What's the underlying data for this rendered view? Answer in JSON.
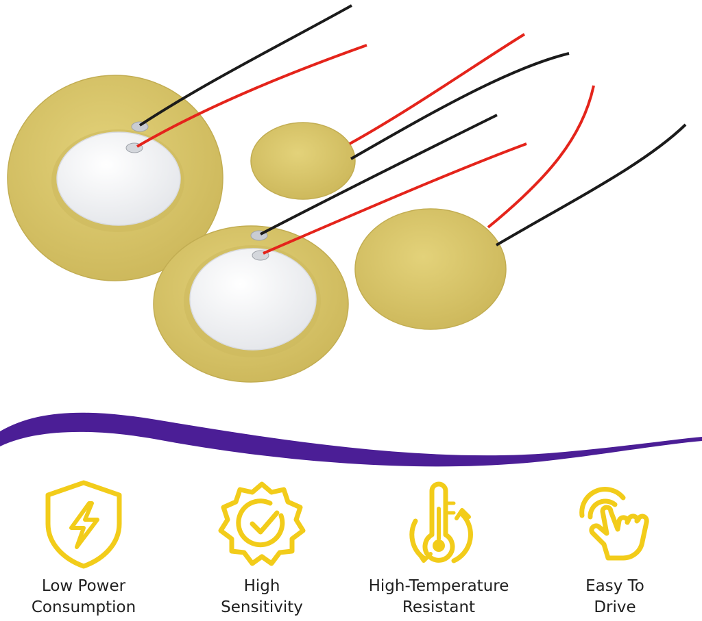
{
  "colors": {
    "brass": "#d8c46a",
    "brass_edge": "#c2ad52",
    "ceramic": "#f3f4f6",
    "wire_red": "#e4241b",
    "wire_black": "#1b1b1b",
    "accent_purple": "#4b1e96",
    "icon_yellow": "#f2cc1a"
  },
  "features": [
    {
      "icon": "shield-lightning-icon",
      "line1": "Low Power",
      "line2": "Consumption"
    },
    {
      "icon": "badge-check-icon",
      "line1": "High",
      "line2": "Sensitivity"
    },
    {
      "icon": "thermometer-cycle-icon",
      "line1": "High-Temperature",
      "line2": "Resistant"
    },
    {
      "icon": "hand-tap-icon",
      "line1": "Easy To",
      "line2": "Drive"
    }
  ]
}
